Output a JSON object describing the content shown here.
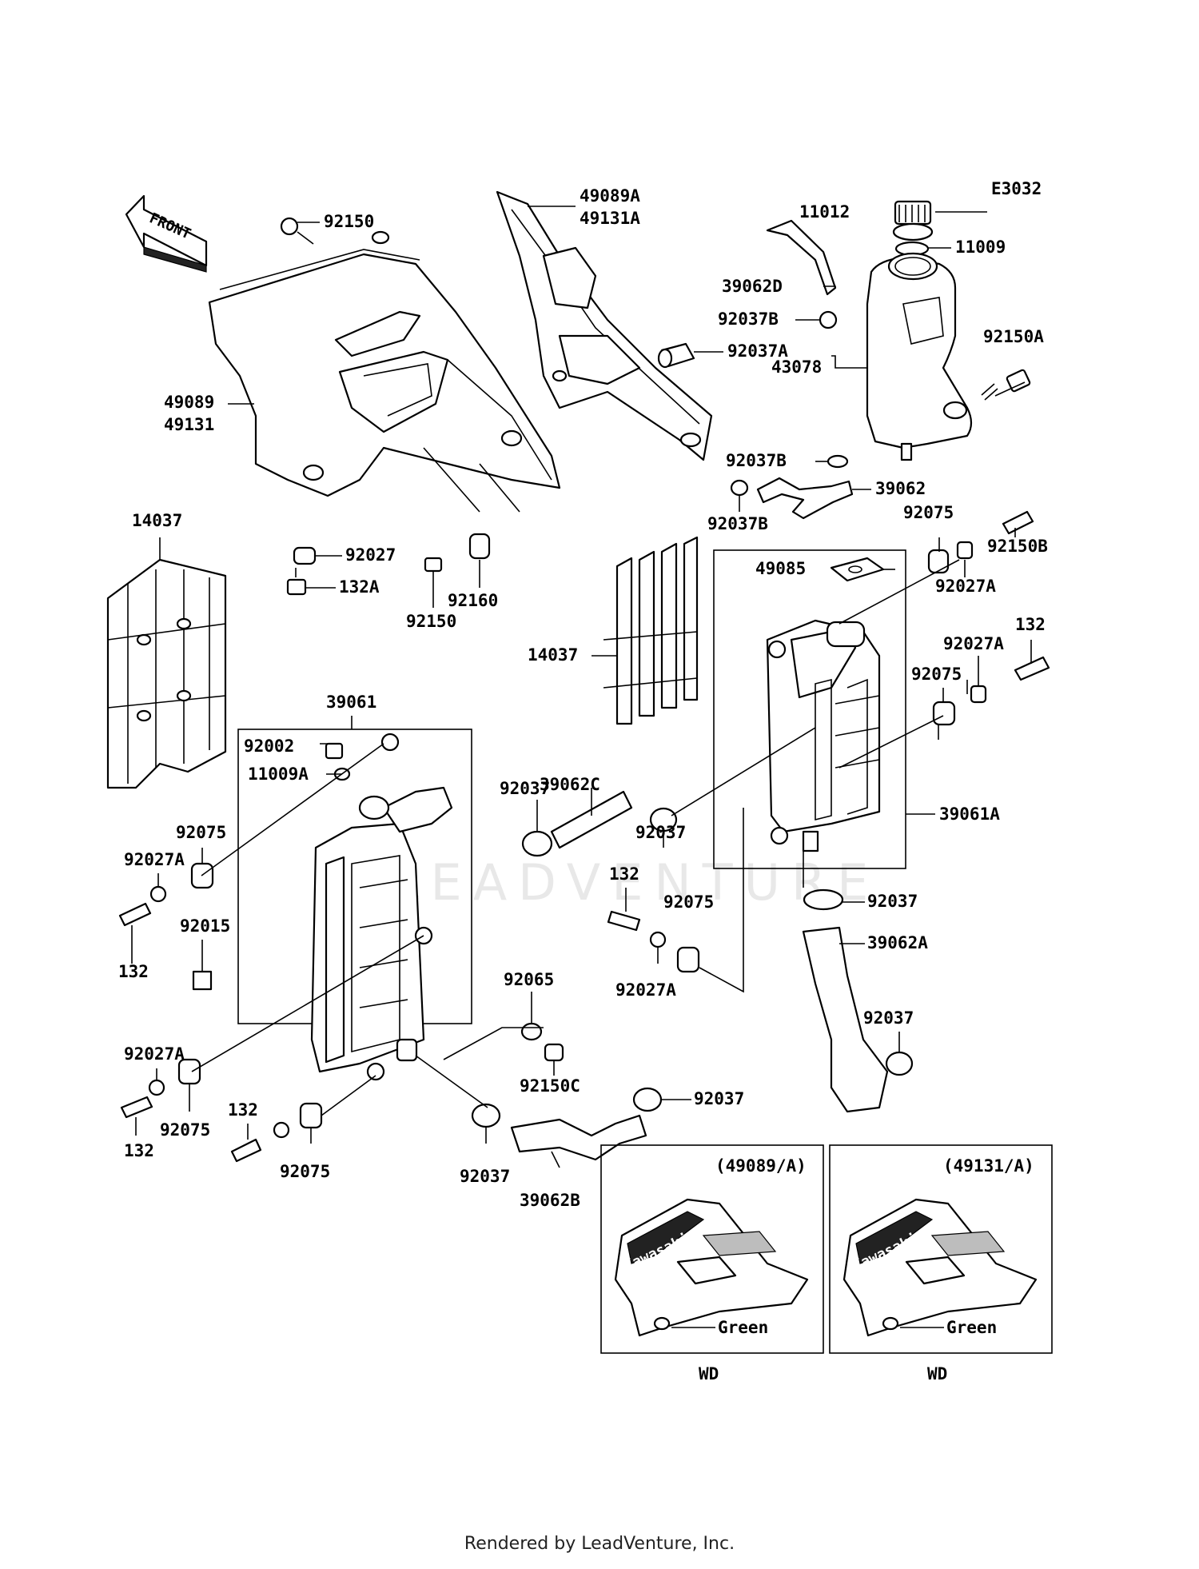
{
  "diagram_code": "E3032",
  "front_label": "FRONT",
  "watermark": "LEADVENTURE",
  "footer": "Rendered by LeadVenture, Inc.",
  "insets": [
    {
      "title": "(49089/A)",
      "color_label": "Green",
      "variant": "WD",
      "brand": "Kawasaki"
    },
    {
      "title": "(49131/A)",
      "color_label": "Green",
      "variant": "WD",
      "brand": "Kawasaki"
    }
  ],
  "labels": [
    "92150",
    "49089A",
    "49131A",
    "11012",
    "11009",
    "39062D",
    "92037B",
    "92037A",
    "43078",
    "92150A",
    "49089",
    "49131",
    "92037B",
    "39062",
    "92037B",
    "92075",
    "92150B",
    "14037",
    "92027",
    "132A",
    "92150",
    "92160",
    "49085",
    "92027A",
    "132",
    "92027A",
    "92075",
    "14037",
    "39061",
    "92002",
    "11009A",
    "39062C",
    "92037",
    "92037",
    "92075",
    "92027A",
    "39061A",
    "132",
    "92037",
    "132",
    "92015",
    "92075",
    "39062A",
    "92027A",
    "92065",
    "92027A",
    "92037",
    "92150C",
    "92037",
    "132",
    "92075",
    "132",
    "92075",
    "92037",
    "39062B"
  ]
}
